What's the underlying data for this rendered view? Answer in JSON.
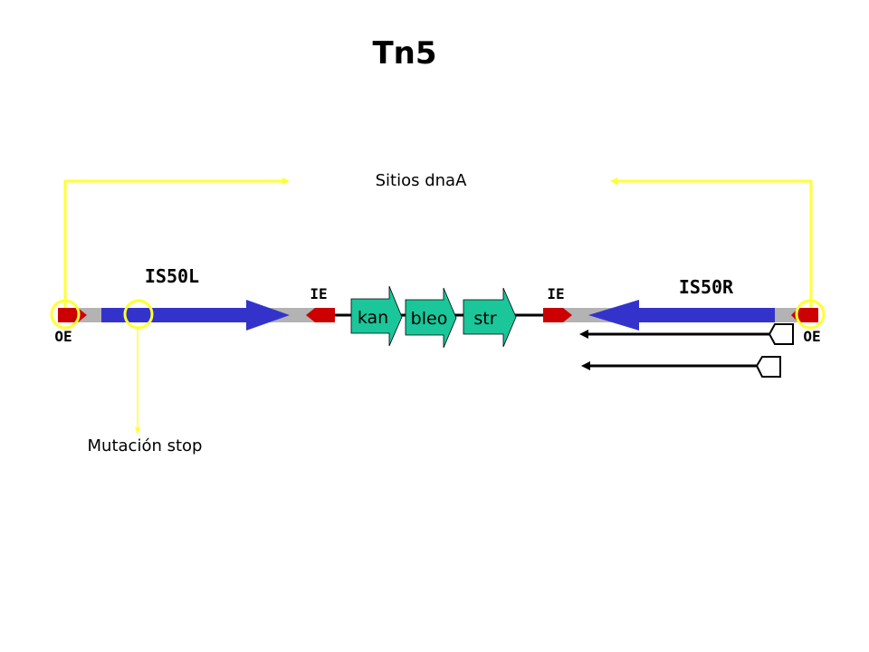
{
  "title": "Tn5",
  "dnaA_label": "Sitios dnaA",
  "mutation_label": "Mutación stop",
  "elements": {
    "is50l": "IS50L",
    "is50r": "IS50R",
    "ie_left": "IE",
    "ie_right": "IE",
    "oe_left": "OE",
    "oe_right": "OE"
  },
  "genes": {
    "kan": "kan",
    "bleo": "bleo",
    "str": "str"
  },
  "colors": {
    "transposase": "#3333cc",
    "end_box": "#cc0000",
    "flank": "#b3b3b3",
    "gene": "#1ac69a",
    "highlight": "#ffff33"
  }
}
